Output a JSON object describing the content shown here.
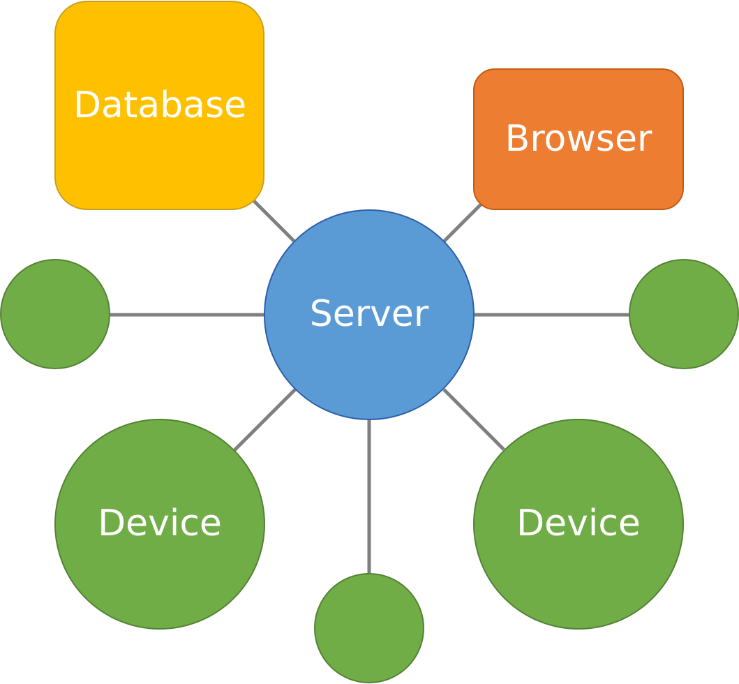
{
  "diagram": {
    "nodes": {
      "database": {
        "label": "Database"
      },
      "browser": {
        "label": "Browser"
      },
      "server": {
        "label": "Server"
      },
      "device_left": {
        "label": "Device"
      },
      "device_right": {
        "label": "Device"
      },
      "node_left": {
        "label": ""
      },
      "node_right": {
        "label": ""
      },
      "node_bottom": {
        "label": ""
      }
    },
    "colors": {
      "server_fill": "#5b9bd5",
      "server_stroke": "#2e5ea8",
      "database_fill": "#ffc000",
      "database_stroke": "#c9a020",
      "browser_fill": "#ed7d31",
      "browser_stroke": "#c55a11",
      "device_fill": "#70ad47",
      "device_stroke": "#548235",
      "connector": "#7f7f7f"
    }
  }
}
